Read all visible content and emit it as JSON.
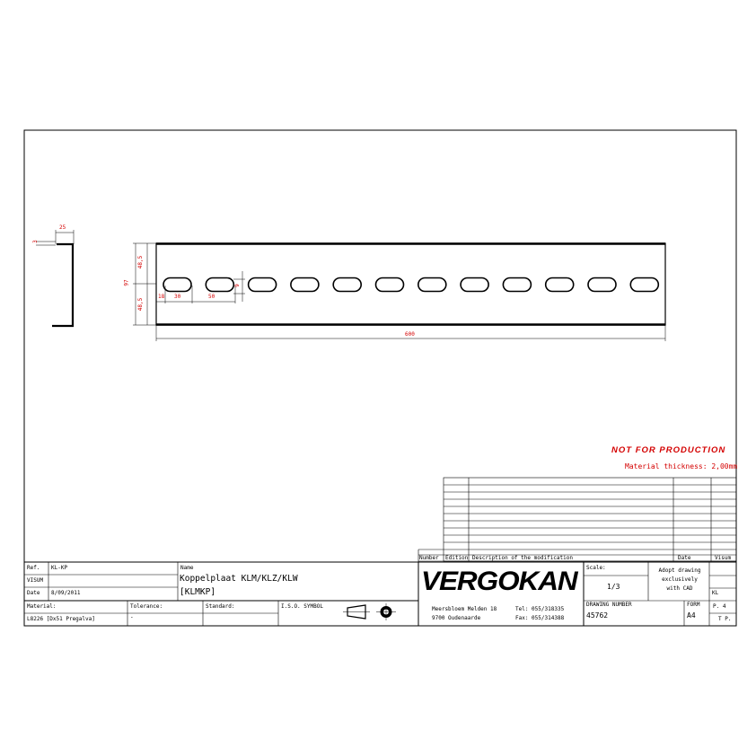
{
  "drawing": {
    "profile_width_label": "25",
    "profile_flange_label": "3",
    "dims": {
      "total_height": "97",
      "upper_half": "48,5",
      "lower_half": "48,5",
      "slot_height": "9",
      "first_slot_offset": "18",
      "slot_length": "30",
      "slot_pitch": "50",
      "total_length": "600"
    },
    "slot_count": 12
  },
  "notes": {
    "not_for_production": "NOT FOR PRODUCTION",
    "material_thickness": "Material thickness: 2,00mm"
  },
  "revision_table": {
    "headers": [
      "Number",
      "Edition",
      "Description of the modification",
      "Date",
      "Visum"
    ],
    "empty_rows": 9
  },
  "title_block": {
    "ref_label": "Ref.",
    "ref_value": "KL-KP",
    "visum_label": "VISUM",
    "date_label": "Date",
    "date_value": "8/09/2011",
    "name_label": "Name",
    "name_line1": "Koppelplaat KLM/KLZ/KLW",
    "name_line2": "[KLMKP]",
    "material_label": "Material:",
    "material_value": "L8226 [Dx51 Pregalva]",
    "tolerance_label": "Tolerance:",
    "tolerance_value": "-",
    "standard_label": "Standard:",
    "iso_label": "I.S.O. SYMBOL",
    "company_logo": "VERGOKAN",
    "address_line1": "Meersbloem Melden 18",
    "address_line2": "9700 Oudenaarde",
    "tel": "Tel: 055/318335",
    "fax": "Fax: 055/314388",
    "scale_label": "Scale:",
    "scale_value": "1/3",
    "note_line1": "Adopt drawing",
    "note_line2": "exclusively",
    "note_line3": "with CAD",
    "kl_code": "KL",
    "drawing_number_label": "DRAWING NUMBER",
    "drawing_number": "45762",
    "form_label": "FORM",
    "form_value": "A4",
    "sheet_p": "P. 4",
    "sheet_tp": "T P."
  },
  "colors": {
    "line": "#000000",
    "dimension_red": "#d40000"
  }
}
